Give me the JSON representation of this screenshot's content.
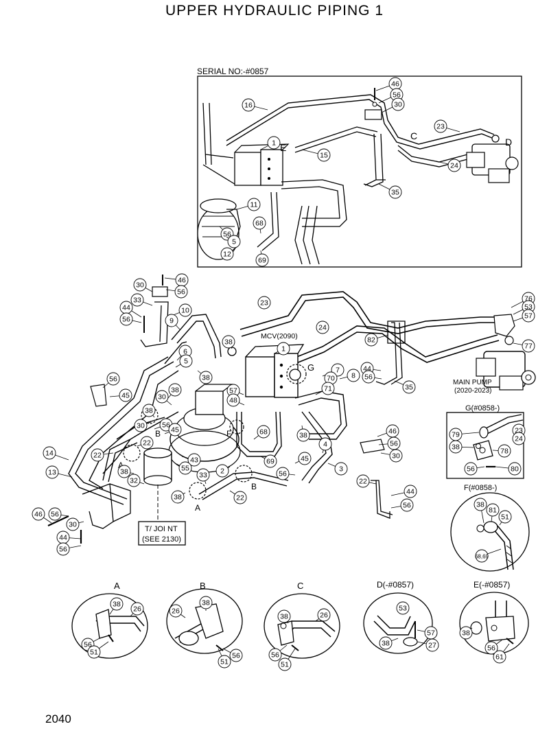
{
  "title": "UPPER HYDRAULIC PIPING 1",
  "page_number": "2040",
  "serial_box": {
    "label": "SERIAL NO:-#0857",
    "letters": [
      "C",
      "D",
      "E"
    ]
  },
  "main_labels": {
    "mcv": "MCV(2090)",
    "main_pump": "MAIN PUMP",
    "main_pump_ref": "(2020-2023)",
    "tjoint_1": "T/ JOI NT",
    "tjoint_2": "(SEE 2130)",
    "view_letters": [
      "A",
      "B",
      "A",
      "B",
      "F",
      "G"
    ]
  },
  "callouts_top": [
    "46",
    "56",
    "30",
    "16",
    "1",
    "23",
    "15",
    "24",
    "35",
    "11",
    "68",
    "56",
    "5",
    "12",
    "69"
  ],
  "callouts_main": [
    "30",
    "46",
    "56",
    "33",
    "10",
    "9",
    "44",
    "56",
    "23",
    "24",
    "76",
    "53",
    "57",
    "82",
    "77",
    "38",
    "1",
    "6",
    "5",
    "38",
    "7",
    "8",
    "44",
    "56",
    "35",
    "30",
    "56",
    "45",
    "57",
    "48",
    "70",
    "71",
    "38",
    "30",
    "38",
    "38",
    "56",
    "45",
    "68",
    "69",
    "4",
    "46",
    "56",
    "30",
    "14",
    "22",
    "22",
    "43",
    "55",
    "45",
    "56",
    "3",
    "13",
    "32",
    "38",
    "2",
    "22",
    "38",
    "33",
    "44",
    "56",
    "46",
    "56",
    "30",
    "44",
    "56",
    "22"
  ],
  "detail_g": {
    "label": "G(#0858-)",
    "callouts": [
      "79",
      "38",
      "23",
      "24",
      "78",
      "56",
      "80"
    ]
  },
  "detail_f": {
    "label": "F(#0858-)",
    "callouts": [
      "38",
      "81",
      "51",
      "68,69"
    ]
  },
  "details": [
    {
      "label": "A",
      "callouts": [
        "38",
        "26",
        "56",
        "51"
      ]
    },
    {
      "label": "B",
      "callouts": [
        "26",
        "38",
        "51",
        "56"
      ]
    },
    {
      "label": "C",
      "callouts": [
        "38",
        "26",
        "56",
        "51"
      ]
    },
    {
      "label": "D(-#0857)",
      "callouts": [
        "53",
        "57",
        "38",
        "27"
      ]
    },
    {
      "label": "E(-#0857)",
      "callouts": [
        "38",
        "56",
        "61"
      ]
    }
  ]
}
